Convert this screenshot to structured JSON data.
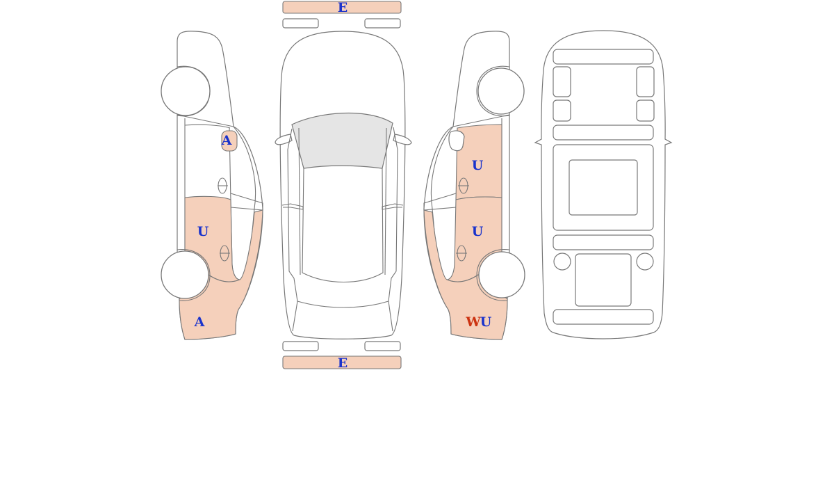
{
  "colors": {
    "damage_fill": "#f5d0bb",
    "outline": "#777777",
    "glass": "#e5e5e5",
    "code_blue": "#1a33cc",
    "code_red": "#cc3311"
  },
  "codes": {
    "front_bumper": "E",
    "rear_bumper": "E",
    "left_mirror": "A",
    "left_rear_door": "U",
    "left_rear_quarter": "A",
    "right_front_door": "U",
    "right_rear_door": "U",
    "right_rear_quarter_w": "W",
    "right_rear_quarter_u": "U"
  }
}
